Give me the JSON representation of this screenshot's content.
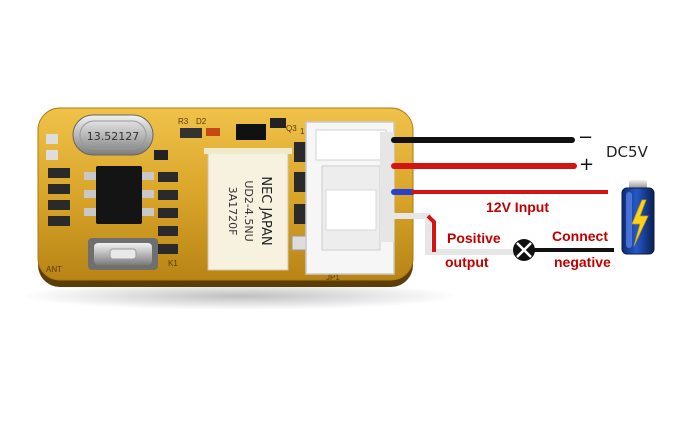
{
  "labels": {
    "minus": "−",
    "plus": "+",
    "dc_supply": "DC5V",
    "input_12v": "12V Input",
    "positive": "Positive",
    "output": "output",
    "connect": "Connect",
    "negative": "negative"
  },
  "board": {
    "crystal_marking": "13.52127",
    "relay_brand": "NEC JAPAN",
    "relay_model": "UD2-4.5NU",
    "relay_code": "3A1720F",
    "silk": {
      "r3": "R3",
      "d2": "D2",
      "q3": "Q3",
      "k1": "K1",
      "ant": "ANT",
      "pin": "1",
      "jp": "JP1"
    }
  },
  "colors": {
    "board_gold": "#d9a52a",
    "wire_black": "#111111",
    "wire_red": "#d41414",
    "wire_blue": "#2a3fd0",
    "wire_white": "#e6e6e6",
    "label_red": "#c00000"
  },
  "icons": {
    "battery": "battery-icon",
    "junction": "cross-circle-icon"
  }
}
